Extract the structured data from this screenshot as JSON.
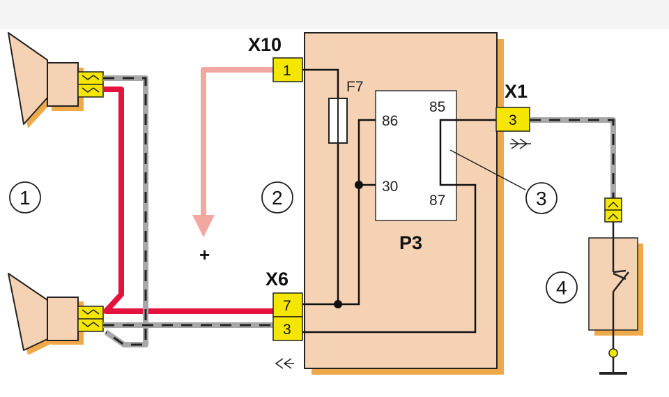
{
  "colors": {
    "background": "#ffffff",
    "top_strip": "#f4f4f4",
    "box_fill": "#f6d2b4",
    "box_shadow": "#f0a94a",
    "connector_yellow": "#f5e600",
    "wire_red": "#e5123d",
    "wire_pink": "#f2a8a0",
    "wire_gray": "#a8a8a8",
    "wire_dash": "#222222",
    "wire_black": "#111111",
    "ground_dot": "#f5e600"
  },
  "connectors": {
    "x10": {
      "name": "X10",
      "pin": "1"
    },
    "x6": {
      "name": "X6",
      "pins": [
        "7",
        "3"
      ]
    },
    "x1": {
      "name": "X1",
      "pin": "3"
    }
  },
  "fuse": {
    "label": "F7"
  },
  "relay": {
    "name": "P3",
    "pins": {
      "p86": "86",
      "p85": "85",
      "p30": "30",
      "p87": "87"
    }
  },
  "callouts": [
    "1",
    "2",
    "3",
    "4"
  ],
  "supply": {
    "label": "+"
  },
  "icons": {
    "horn": "horn-icon",
    "switch": "horn-switch-icon",
    "ground": "ground-icon",
    "arrow_pink": "supply-arrow-icon"
  }
}
